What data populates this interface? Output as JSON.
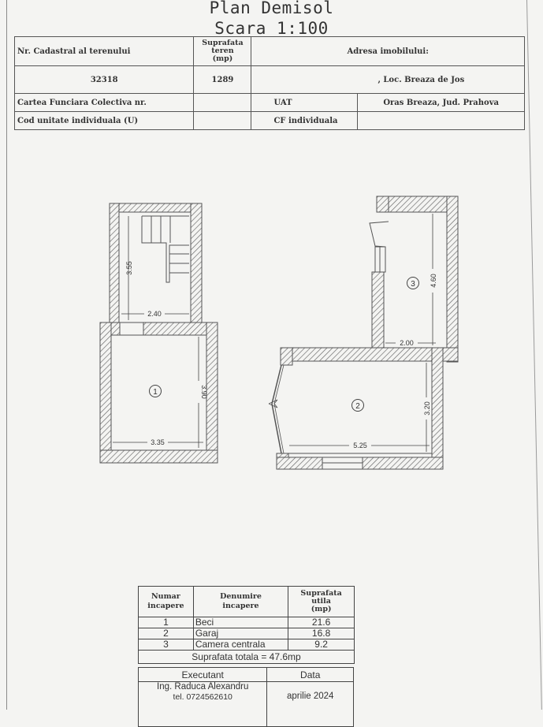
{
  "document": {
    "title": "Plan Demisol",
    "scale": "Scara 1:100"
  },
  "info_table": {
    "cadastral_label": "Nr. Cadastral al terenului",
    "land_area_label_1": "Suprafata",
    "land_area_label_2": "teren",
    "land_area_label_3": "(mp)",
    "address_label": "Adresa imobilului:",
    "cadastral_value": "32318",
    "land_area_value": "1289",
    "address_value": ", Loc. Breaza de Jos",
    "carte_funciara_label": "Cartea Funciara Colectiva nr.",
    "carte_funciara_value": "",
    "uat_label": "UAT",
    "uat_value": "Oras Breaza, Jud. Prahova",
    "cod_unitate_label": "Cod unitate individuala (U)",
    "cod_unitate_value": "",
    "cf_individuala_label": "CF individuala",
    "cf_individuala_value": ""
  },
  "floor_plan": {
    "rooms": [
      {
        "number": "1",
        "label": "1",
        "dims": [
          "3.35",
          "3.90"
        ]
      },
      {
        "number": "2",
        "label": "2",
        "dims": [
          "5.25",
          "3.20"
        ]
      },
      {
        "number": "3",
        "label": "3",
        "dims": [
          "2.00",
          "4.60"
        ]
      }
    ],
    "stair_dims": [
      "2.40",
      "3.55"
    ],
    "wall_color": "#555555"
  },
  "rooms_table": {
    "headers": {
      "number_1": "Numar",
      "number_2": "incapere",
      "name_1": "Denumire",
      "name_2": "incapere",
      "area_1": "Suprafata",
      "area_2": "utila",
      "area_3": "(mp)"
    },
    "rows": [
      {
        "number": "1",
        "name": "Beci",
        "area": "21.6"
      },
      {
        "number": "2",
        "name": "Garaj",
        "area": "16.8"
      },
      {
        "number": "3",
        "name": "Camera centrala",
        "area": "9.2"
      }
    ],
    "total": "Suprafata totala = 47.6mp",
    "executant_label": "Executant",
    "date_label": "Data",
    "executant_name": "Ing. Raduca Alexandru",
    "executant_phone": "tel. 0724562610",
    "date_value": "aprilie 2024"
  }
}
